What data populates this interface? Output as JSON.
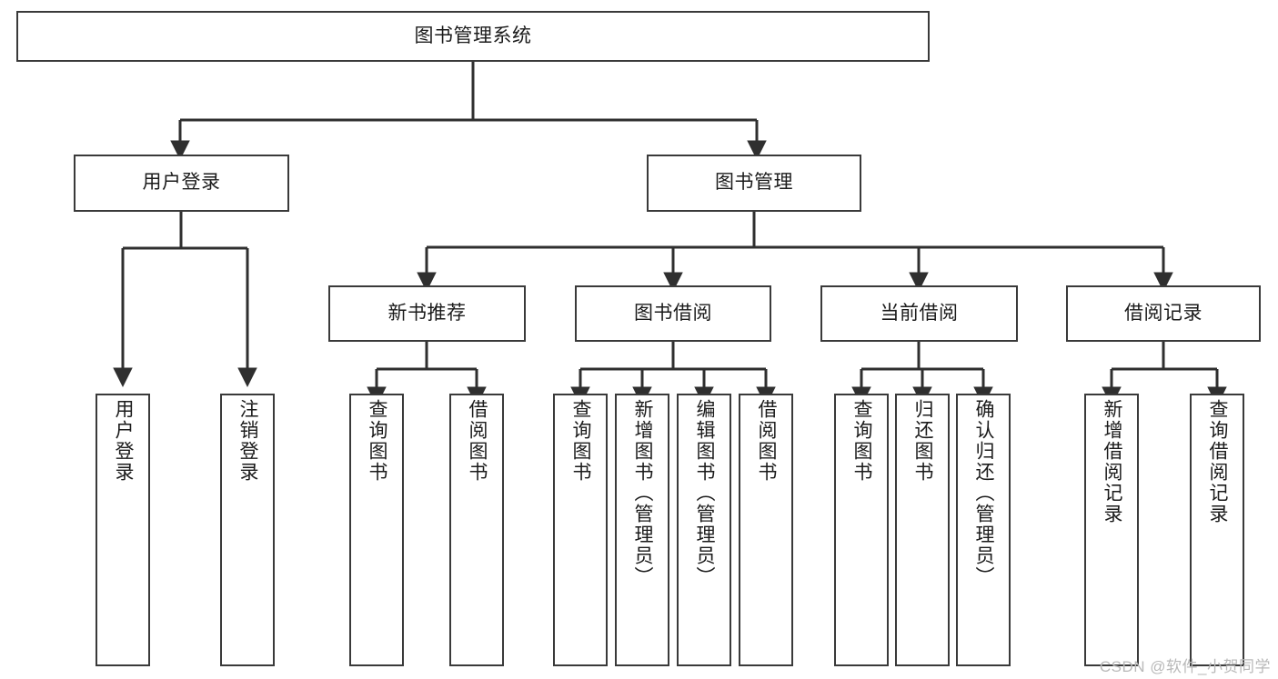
{
  "diagram": {
    "title": "图书管理系统",
    "type": "tree-hierarchy",
    "colors": {
      "box_border": "#3a3a3a",
      "box_fill": "#ffffff",
      "connector": "#2f2f2f",
      "text": "#1b1b1b",
      "watermark": "#b9b9b9"
    },
    "root": {
      "label": "图书管理系统"
    },
    "level2": [
      {
        "label": "用户登录"
      },
      {
        "label": "图书管理"
      }
    ],
    "level3": [
      {
        "label": "新书推荐"
      },
      {
        "label": "图书借阅"
      },
      {
        "label": "当前借阅"
      },
      {
        "label": "借阅记录"
      }
    ],
    "leaves": {
      "user_login": [
        {
          "label": "用户登录"
        },
        {
          "label": "注销登录"
        }
      ],
      "new_book_recommend": [
        {
          "label": "查询图书"
        },
        {
          "label": "借阅图书"
        }
      ],
      "book_borrow": [
        {
          "label": "查询图书"
        },
        {
          "label": "新增图书（管理员）"
        },
        {
          "label": "编辑图书（管理员）"
        },
        {
          "label": "借阅图书"
        }
      ],
      "current_borrow": [
        {
          "label": "查询图书"
        },
        {
          "label": "归还图书"
        },
        {
          "label": "确认归还（管理员）"
        }
      ],
      "borrow_record": [
        {
          "label": "新增借阅记录"
        },
        {
          "label": "查询借阅记录"
        }
      ]
    }
  },
  "watermark": {
    "text": "CSDN @软件_小贺同学"
  }
}
